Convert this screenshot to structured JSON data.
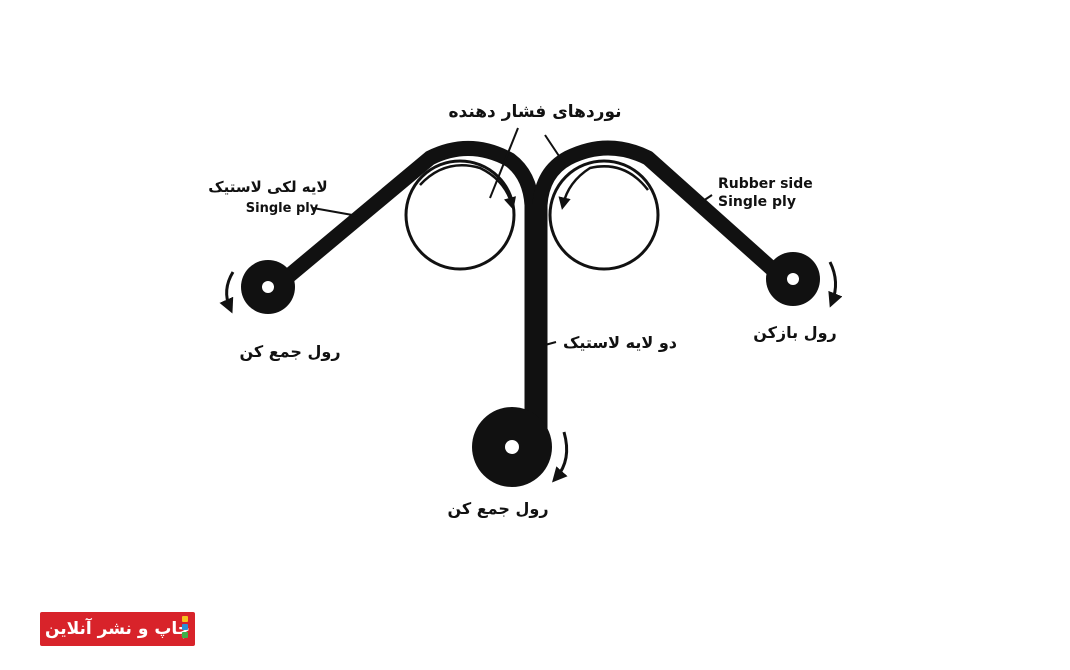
{
  "labels": {
    "pressure_rollers": "نوردهای فشار دهنده",
    "left_top": "لایه لکی لاستیک",
    "left_bottom": "Single ply",
    "right_top": "Rubber side",
    "right_bottom": "Single ply",
    "middle": "دو لایه لاستیک",
    "left_roll": "رول جمع کن",
    "right_roll": "رول بازکن",
    "bottom_roll": "رول جمع کن"
  },
  "brand": {
    "text": "چاپ و نشر آنلاین"
  },
  "colors": {
    "ink": "#111111",
    "brand_red": "#d8232a"
  }
}
